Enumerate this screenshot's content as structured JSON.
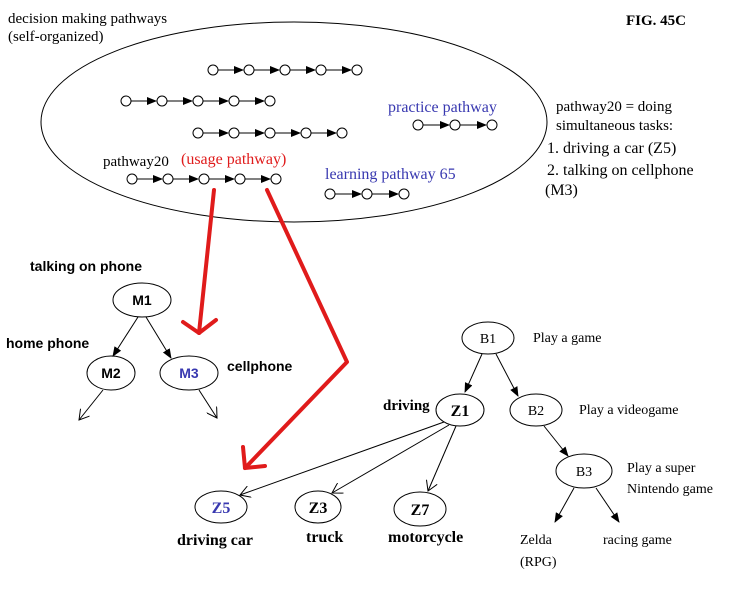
{
  "header": {
    "title_line1": "decision making pathways",
    "title_line2": "(self-organized)",
    "figure_label": "FIG. 45C"
  },
  "pathways": {
    "pathway20_label": "pathway20",
    "usage_label": "(usage pathway)",
    "practice_label": "practice pathway",
    "learning_label": "learning pathway 65"
  },
  "note": {
    "line1": "pathway20 = doing",
    "line2": "simultaneous tasks:",
    "line3": "1.  driving a car (Z5)",
    "line4": "2.  talking on cellphone",
    "line5": "(M3)"
  },
  "phone_tree": {
    "root_caption": "talking on phone",
    "root": "M1",
    "left": "M2",
    "left_caption": "home phone",
    "right": "M3",
    "right_caption": "cellphone"
  },
  "game_tree": {
    "root": "B1",
    "root_caption": "Play a game",
    "driving_node": "Z1",
    "driving_caption": "driving",
    "videogame_node": "B2",
    "videogame_caption": "Play a videogame",
    "snes_node": "B3",
    "snes_caption_line1": "Play a super",
    "snes_caption_line2": "Nintendo game",
    "zelda_line1": "Zelda",
    "zelda_line2": "(RPG)",
    "racing": "racing game"
  },
  "vehicles": {
    "car": "Z5",
    "car_caption": "driving car",
    "truck": "Z3",
    "truck_caption": "truck",
    "moto": "Z7",
    "moto_caption": "motorcycle"
  },
  "colors": {
    "ink": "#000000",
    "blue": "#3838b0",
    "red": "#e01b1b"
  }
}
